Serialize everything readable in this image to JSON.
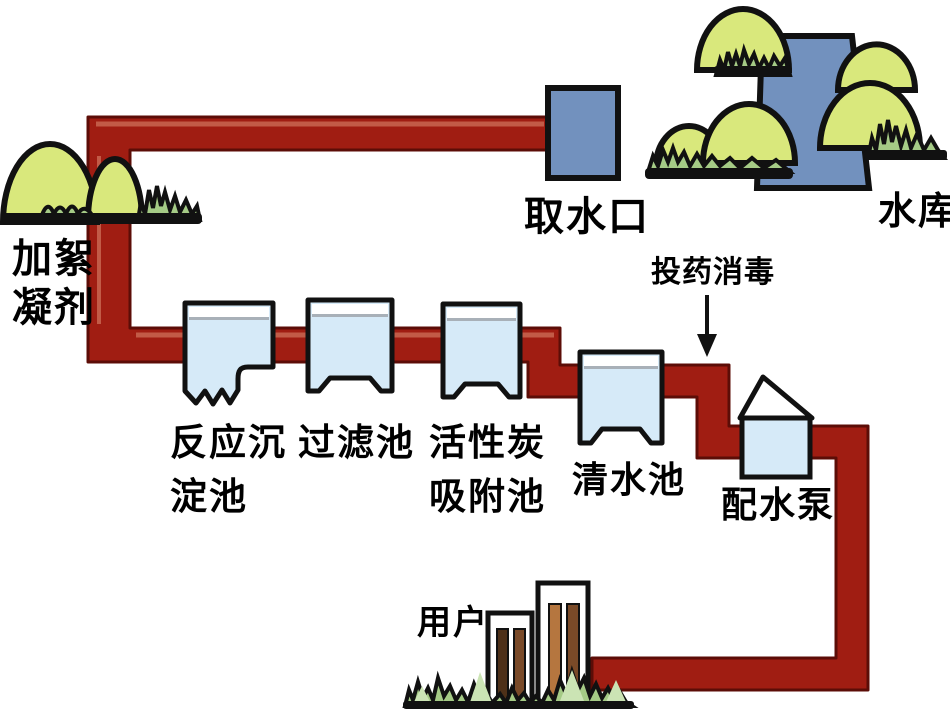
{
  "diagram": {
    "type": "water-treatment-process-flow",
    "flow_sequence": [
      "水库",
      "取水口",
      "加絮凝剂",
      "反应沉淀池",
      "过滤池",
      "活性炭吸附池",
      "清水池",
      "投药消毒",
      "配水泵",
      "用户"
    ]
  },
  "labels": {
    "reservoir": "水库",
    "intake": "取水口",
    "flocculant": {
      "line1": "加絮",
      "line2": "凝剂"
    },
    "sedimentation": {
      "line1": "反应沉",
      "line2": "淀池"
    },
    "filter": "过滤池",
    "carbon": {
      "line1": "活性炭",
      "line2": "吸附池"
    },
    "clearwater": "清水池",
    "dosing": "投药消毒",
    "pump": "配水泵",
    "users": "用户"
  },
  "colors": {
    "pipe": "#A01D12",
    "pipe_highlight": "#C25B47",
    "water_blue": "#7291BE",
    "tank_blue": "#D6EAF8",
    "hill_green": "#D9E87C",
    "grass_green": "#A5CB86",
    "grass_light": "#CBE4B4",
    "stripe_dark": "#4E3018",
    "stripe_brown": "#7A4A28",
    "stripe_light": "#B5763F",
    "white": "#FFFFFF",
    "outline": "#111111"
  }
}
